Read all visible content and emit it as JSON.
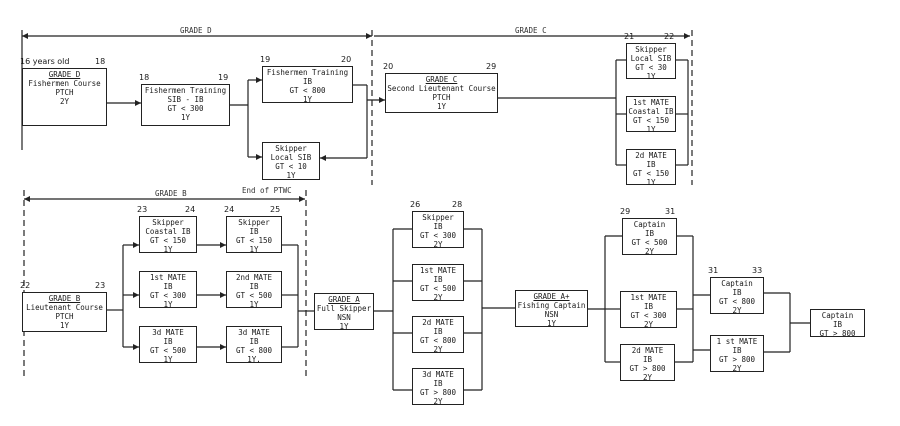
{
  "grades": {
    "grade_d": "GRADE D",
    "grade_c": "GRADE C",
    "grade_b": "GRADE B",
    "end_ptwc": "End of PTWC"
  },
  "boxes": {
    "d_course": {
      "start": "16  years old",
      "end": "18",
      "lines": [
        "GRADE D",
        "Fishermen Course",
        "PTCH",
        "2Y"
      ]
    },
    "fish_sib": {
      "start": "18",
      "end": "19",
      "lines": [
        "Fishermen Training",
        "SIB - IB",
        "GT < 300",
        "1Y"
      ]
    },
    "fish_ib": {
      "start": "19",
      "end": "20",
      "lines": [
        "Fishermen Training",
        "IB",
        "GT < 800",
        "1Y"
      ]
    },
    "skip_local10": {
      "lines": [
        "Skipper",
        "Local SIB",
        "GT < 10",
        "1Y"
      ]
    },
    "c_course": {
      "start": "20",
      "end": "29",
      "lines": [
        "GRADE C",
        "Second Lieutenant Course",
        "PTCH",
        "1Y"
      ]
    },
    "skip_local30": {
      "start": "21",
      "end": "22",
      "lines": [
        "Skipper",
        "Local SIB",
        "GT < 30",
        "1Y"
      ]
    },
    "mate1_coastal": {
      "lines": [
        "1st MATE",
        "Coastal IB",
        "GT < 150",
        "1Y"
      ]
    },
    "mate2_150": {
      "lines": [
        "2d MATE",
        "IB",
        "GT < 150",
        "1Y"
      ]
    },
    "b_course": {
      "start": "22",
      "end": "23",
      "lines": [
        "GRADE B",
        "Lieutenant Course",
        "PTCH",
        "1Y"
      ]
    },
    "skip_coastal150": {
      "start": "23",
      "end": "24",
      "lines": [
        "Skipper",
        "Coastal IB",
        "GT < 150",
        "1Y"
      ]
    },
    "mate1_300": {
      "lines": [
        "1st MATE",
        "IB",
        "GT < 300",
        "1Y"
      ]
    },
    "mate3_500": {
      "lines": [
        "3d MATE",
        "IB",
        "GT < 500",
        "1Y"
      ]
    },
    "skip_ib150": {
      "start": "24",
      "end": "25",
      "lines": [
        "Skipper",
        "IB",
        "GT < 150",
        "1Y"
      ]
    },
    "mate2_500": {
      "lines": [
        "2nd MATE",
        "IB",
        "GT < 500",
        "1Y"
      ]
    },
    "mate3_800": {
      "lines": [
        "3d MATE",
        "IB",
        "GT < 800",
        "1Y."
      ]
    },
    "a_full": {
      "lines": [
        "GRADE A",
        "Full Skipper",
        "NSN",
        "1Y"
      ]
    },
    "skip_ib300": {
      "start": "26",
      "end": "28",
      "lines": [
        "Skipper",
        "IB",
        "GT < 300",
        "2Y"
      ]
    },
    "mate1_500": {
      "lines": [
        "1st MATE",
        "IB",
        "GT < 500",
        "2Y"
      ]
    },
    "mate2_800": {
      "lines": [
        "2d MATE",
        "IB",
        "GT < 800",
        "2Y"
      ]
    },
    "mate3_gt800": {
      "lines": [
        "3d MATE",
        "IB",
        "GT > 800",
        "2Y"
      ]
    },
    "aplus": {
      "lines": [
        "GRADE A+",
        "Fishing Captain",
        "NSN",
        "1Y"
      ]
    },
    "capt_500": {
      "start": "29",
      "end": "31",
      "lines": [
        "Captain",
        "IB",
        "GT < 500",
        "2Y"
      ]
    },
    "mate1_300b": {
      "lines": [
        "1st MATE",
        "IB",
        "GT < 300",
        "2Y"
      ]
    },
    "mate2_gt800": {
      "lines": [
        "2d MATE",
        "IB",
        "GT > 800",
        "2Y"
      ]
    },
    "capt_800": {
      "start": "31",
      "end": "33",
      "lines": [
        "Captain",
        "IB",
        "GT < 800",
        "2Y"
      ]
    },
    "mate1_gt800": {
      "lines": [
        "1 st MATE",
        "IB",
        "GT > 800",
        "2Y"
      ]
    },
    "capt_gt800": {
      "lines": [
        "Captain",
        "IB",
        "GT > 800"
      ]
    }
  }
}
